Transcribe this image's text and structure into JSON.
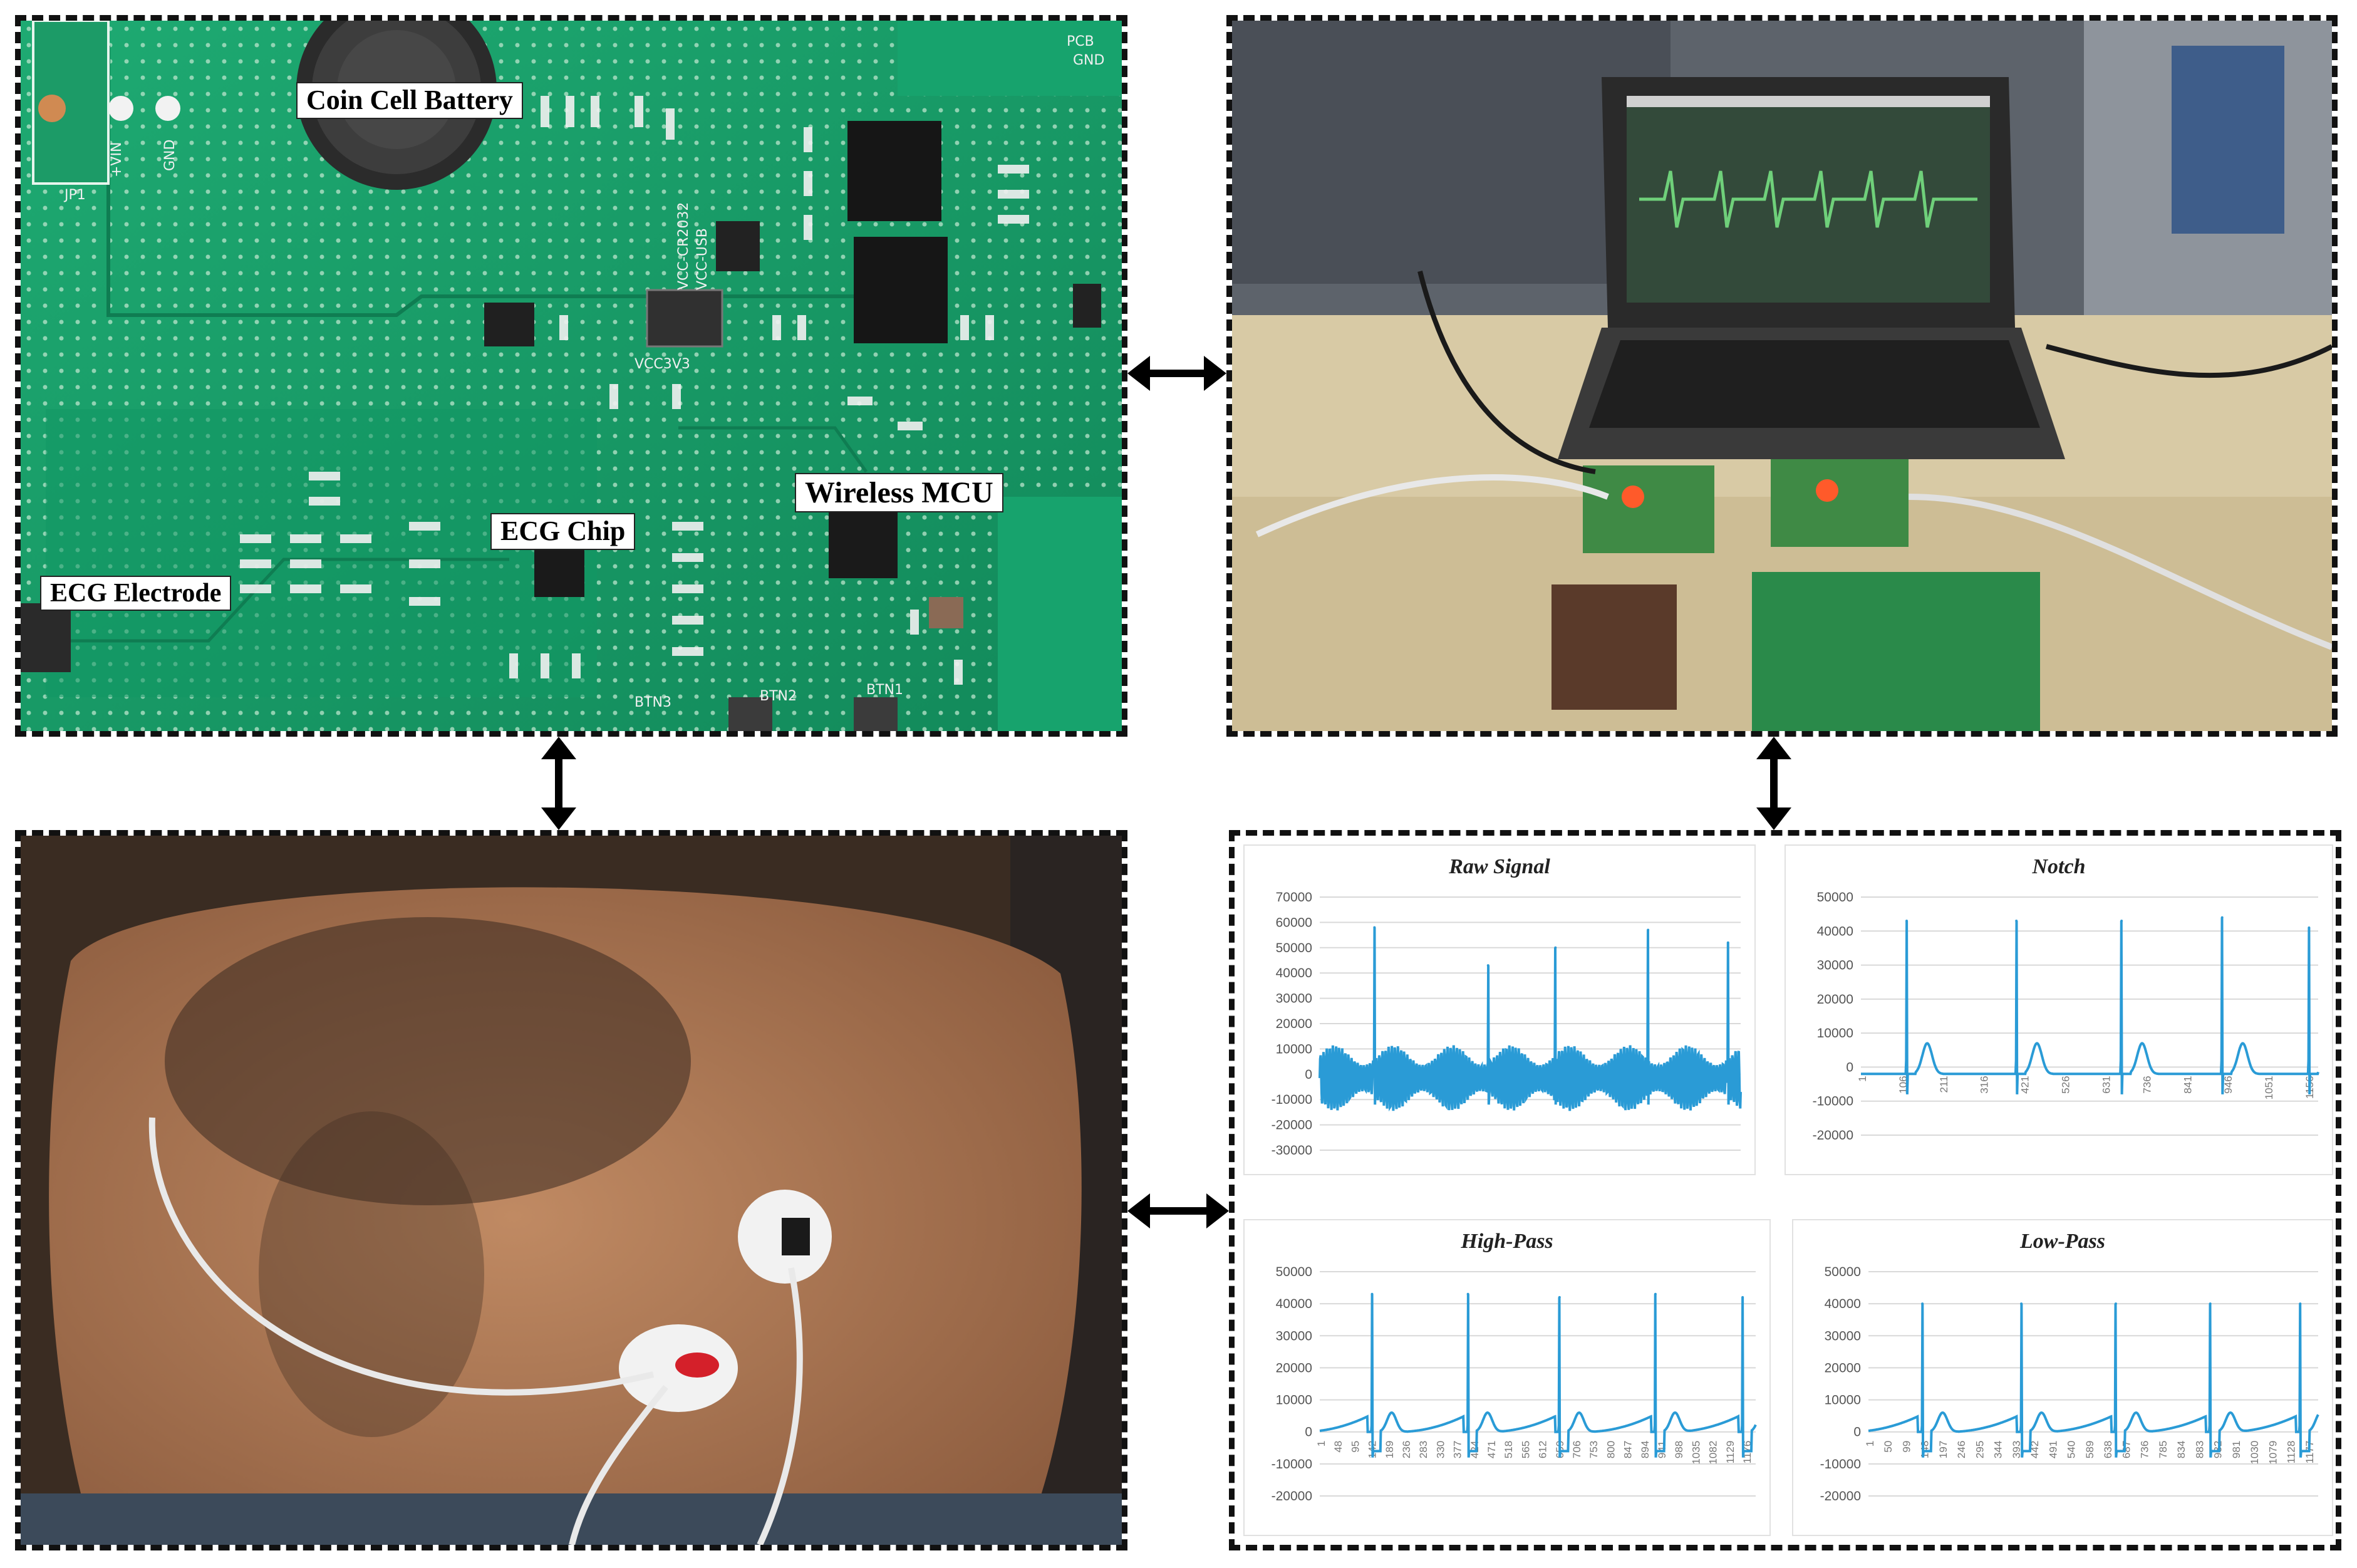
{
  "pcb_panel": {
    "labels": {
      "coin_cell": "Coin Cell Battery",
      "ecg_electrode": "ECG Electrode",
      "ecg_chip": "ECG Chip",
      "wireless_mcu": "Wireless MCU"
    },
    "silkscreen": [
      "+VIN",
      "GND",
      "JP1",
      "PCB",
      "GND",
      "VCC3V3",
      "BTN1",
      "BTN2",
      "BTN3",
      "VCC-CR2032",
      "VCC-USB"
    ]
  },
  "colors": {
    "pcb_green": "#18a06a",
    "line_blue": "#2a9bd6",
    "grid": "#d9d9d9",
    "skin": "#b07a55",
    "border": "#111111"
  },
  "chart_data": [
    {
      "type": "line",
      "title": "Raw Signal",
      "ylim": [
        -30000,
        70000
      ],
      "yticks": [
        70000,
        60000,
        50000,
        40000,
        30000,
        20000,
        10000,
        0,
        -10000,
        -20000,
        -30000
      ],
      "ytick_labels": [
        "70000",
        "60000",
        "50000",
        "40000",
        "30000",
        "20000",
        "10000",
        "0",
        "-10000",
        "-20000",
        "-30000"
      ],
      "xticks": [],
      "baseline_noise": 13000,
      "peaks": [
        {
          "x": 0.13,
          "y": 58000
        },
        {
          "x": 0.4,
          "y": 43000
        },
        {
          "x": 0.56,
          "y": 50000
        },
        {
          "x": 0.78,
          "y": 57000
        },
        {
          "x": 0.97,
          "y": 52000
        }
      ],
      "grid": true
    },
    {
      "type": "line",
      "title": "Notch",
      "ylim": [
        -20000,
        50000
      ],
      "yticks": [
        50000,
        40000,
        30000,
        20000,
        10000,
        0,
        -10000,
        -20000
      ],
      "ytick_labels": [
        "50000",
        "40000",
        "30000",
        "20000",
        "10000",
        "0",
        "-10000",
        "-20000"
      ],
      "xticks": [
        "1",
        "106",
        "211",
        "316",
        "421",
        "526",
        "631",
        "736",
        "841",
        "946",
        "1051",
        "1156"
      ],
      "baseline": -2000,
      "peaks": [
        {
          "x": 0.1,
          "y": 43000
        },
        {
          "x": 0.34,
          "y": 43000
        },
        {
          "x": 0.57,
          "y": 43000
        },
        {
          "x": 0.79,
          "y": 44000
        },
        {
          "x": 0.98,
          "y": 41000
        }
      ],
      "grid": true
    },
    {
      "type": "line",
      "title": "High-Pass",
      "ylim": [
        -20000,
        50000
      ],
      "yticks": [
        50000,
        40000,
        30000,
        20000,
        10000,
        0,
        -10000,
        -20000
      ],
      "ytick_labels": [
        "50000",
        "40000",
        "30000",
        "20000",
        "10000",
        "0",
        "-10000",
        "-20000"
      ],
      "xticks": [
        "1",
        "48",
        "95",
        "142",
        "189",
        "236",
        "283",
        "330",
        "377",
        "424",
        "471",
        "518",
        "565",
        "612",
        "659",
        "706",
        "753",
        "800",
        "847",
        "894",
        "941",
        "988",
        "1035",
        "1082",
        "1129",
        "1176"
      ],
      "baseline": 0,
      "peaks": [
        {
          "x": 0.12,
          "y": 43000
        },
        {
          "x": 0.34,
          "y": 43000
        },
        {
          "x": 0.55,
          "y": 42000
        },
        {
          "x": 0.77,
          "y": 43000
        },
        {
          "x": 0.97,
          "y": 42000
        }
      ],
      "grid": true
    },
    {
      "type": "line",
      "title": "Low-Pass",
      "ylim": [
        -20000,
        50000
      ],
      "yticks": [
        50000,
        40000,
        30000,
        20000,
        10000,
        0,
        -10000,
        -20000
      ],
      "ytick_labels": [
        "50000",
        "40000",
        "30000",
        "20000",
        "10000",
        "0",
        "-10000",
        "-20000"
      ],
      "xticks": [
        "1",
        "50",
        "99",
        "148",
        "197",
        "246",
        "295",
        "344",
        "393",
        "442",
        "491",
        "540",
        "589",
        "638",
        "687",
        "736",
        "785",
        "834",
        "883",
        "932",
        "981",
        "1030",
        "1079",
        "1128",
        "1177"
      ],
      "baseline": 0,
      "peaks": [
        {
          "x": 0.12,
          "y": 40000
        },
        {
          "x": 0.34,
          "y": 40000
        },
        {
          "x": 0.55,
          "y": 40000
        },
        {
          "x": 0.76,
          "y": 40000
        },
        {
          "x": 0.96,
          "y": 40000
        }
      ],
      "grid": true
    }
  ]
}
